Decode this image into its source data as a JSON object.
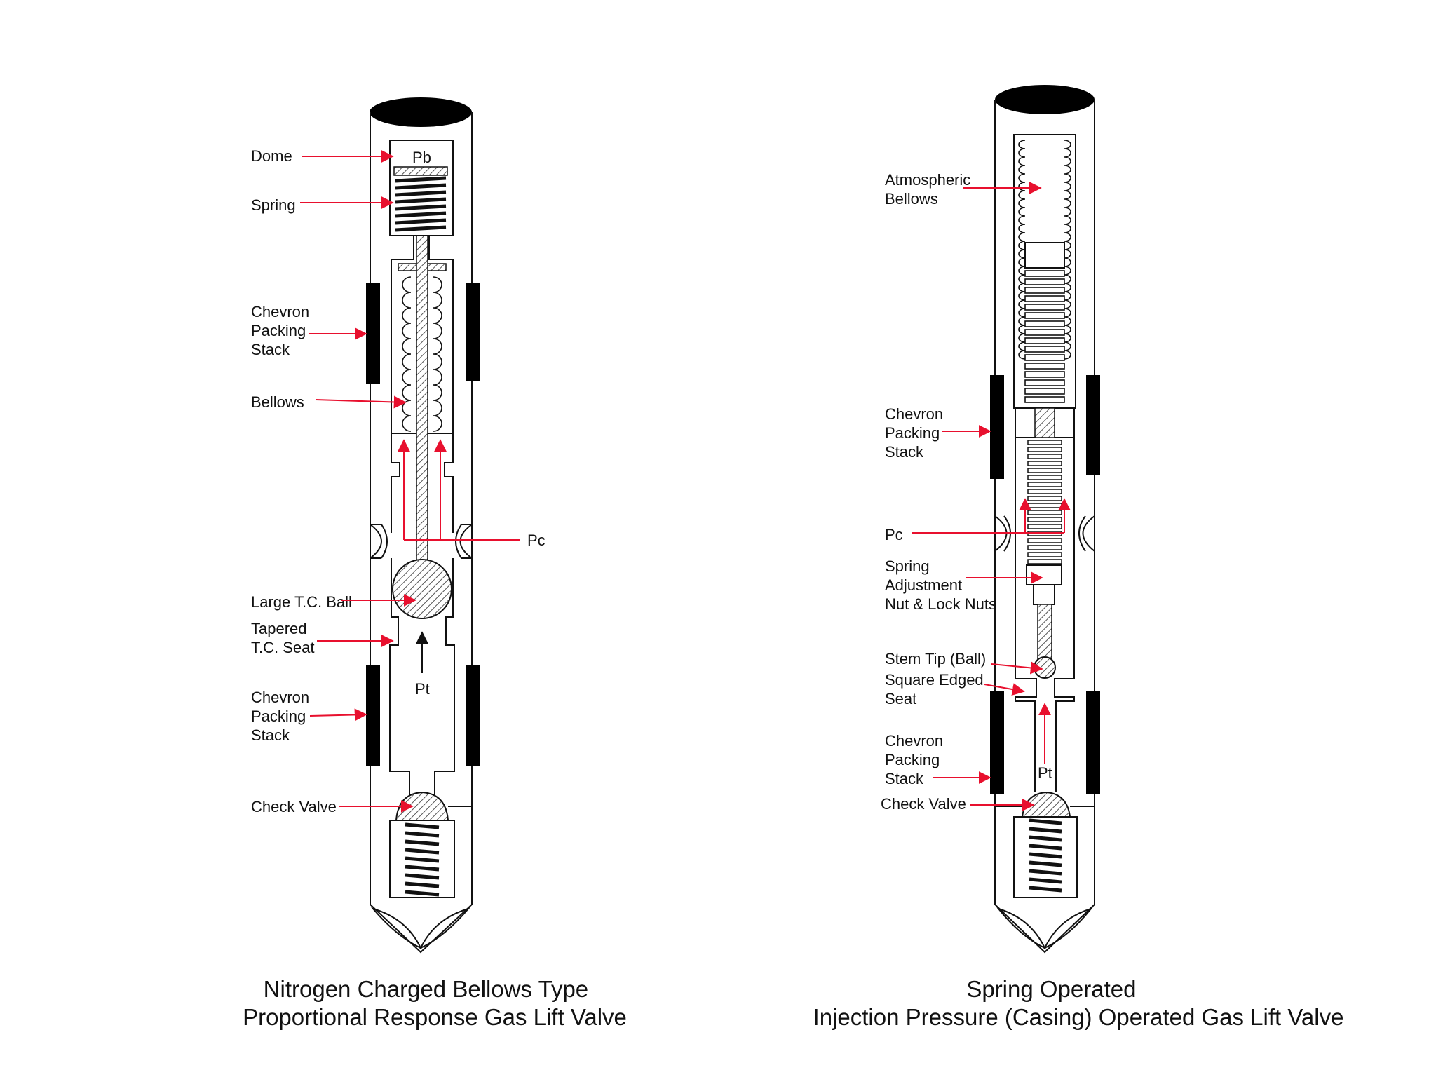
{
  "colors": {
    "arrow": "#e8102e",
    "ink": "#111111",
    "hatch": "#555555",
    "background": "#ffffff"
  },
  "left_valve": {
    "caption": [
      "Nitrogen Charged Bellows Type",
      "Proportional Response Gas Lift Valve"
    ],
    "dome_symbol": "Pb",
    "pc_symbol": "Pc",
    "pt_symbol": "Pt",
    "labels": {
      "dome": [
        "Dome"
      ],
      "spring": [
        "Spring"
      ],
      "chevron_upper": [
        "Chevron",
        "Packing",
        "Stack"
      ],
      "bellows": [
        "Bellows"
      ],
      "ball": [
        "Large T.C. Ball"
      ],
      "seat": [
        "Tapered",
        "T.C. Seat"
      ],
      "chevron_lower": [
        "Chevron",
        "Packing",
        "Stack"
      ],
      "check_valve": [
        "Check Valve"
      ]
    }
  },
  "right_valve": {
    "caption": [
      "Spring Operated",
      "Injection Pressure (Casing) Operated Gas Lift Valve"
    ],
    "pc_symbol": "Pc",
    "pt_symbol": "Pt",
    "labels": {
      "atm_bellows": [
        "Atmospheric",
        "Bellows"
      ],
      "chevron_upper": [
        "Chevron",
        "Packing",
        "Stack"
      ],
      "pc": [
        "Pc"
      ],
      "spring_adj": [
        "Spring",
        "Adjustment",
        "Nut & Lock Nuts"
      ],
      "stem_tip": [
        "Stem Tip (Ball)"
      ],
      "seat": [
        "Square Edged",
        "Seat"
      ],
      "chevron_lower": [
        "Chevron",
        "Packing",
        "Stack"
      ],
      "check_valve": [
        "Check Valve"
      ]
    }
  }
}
